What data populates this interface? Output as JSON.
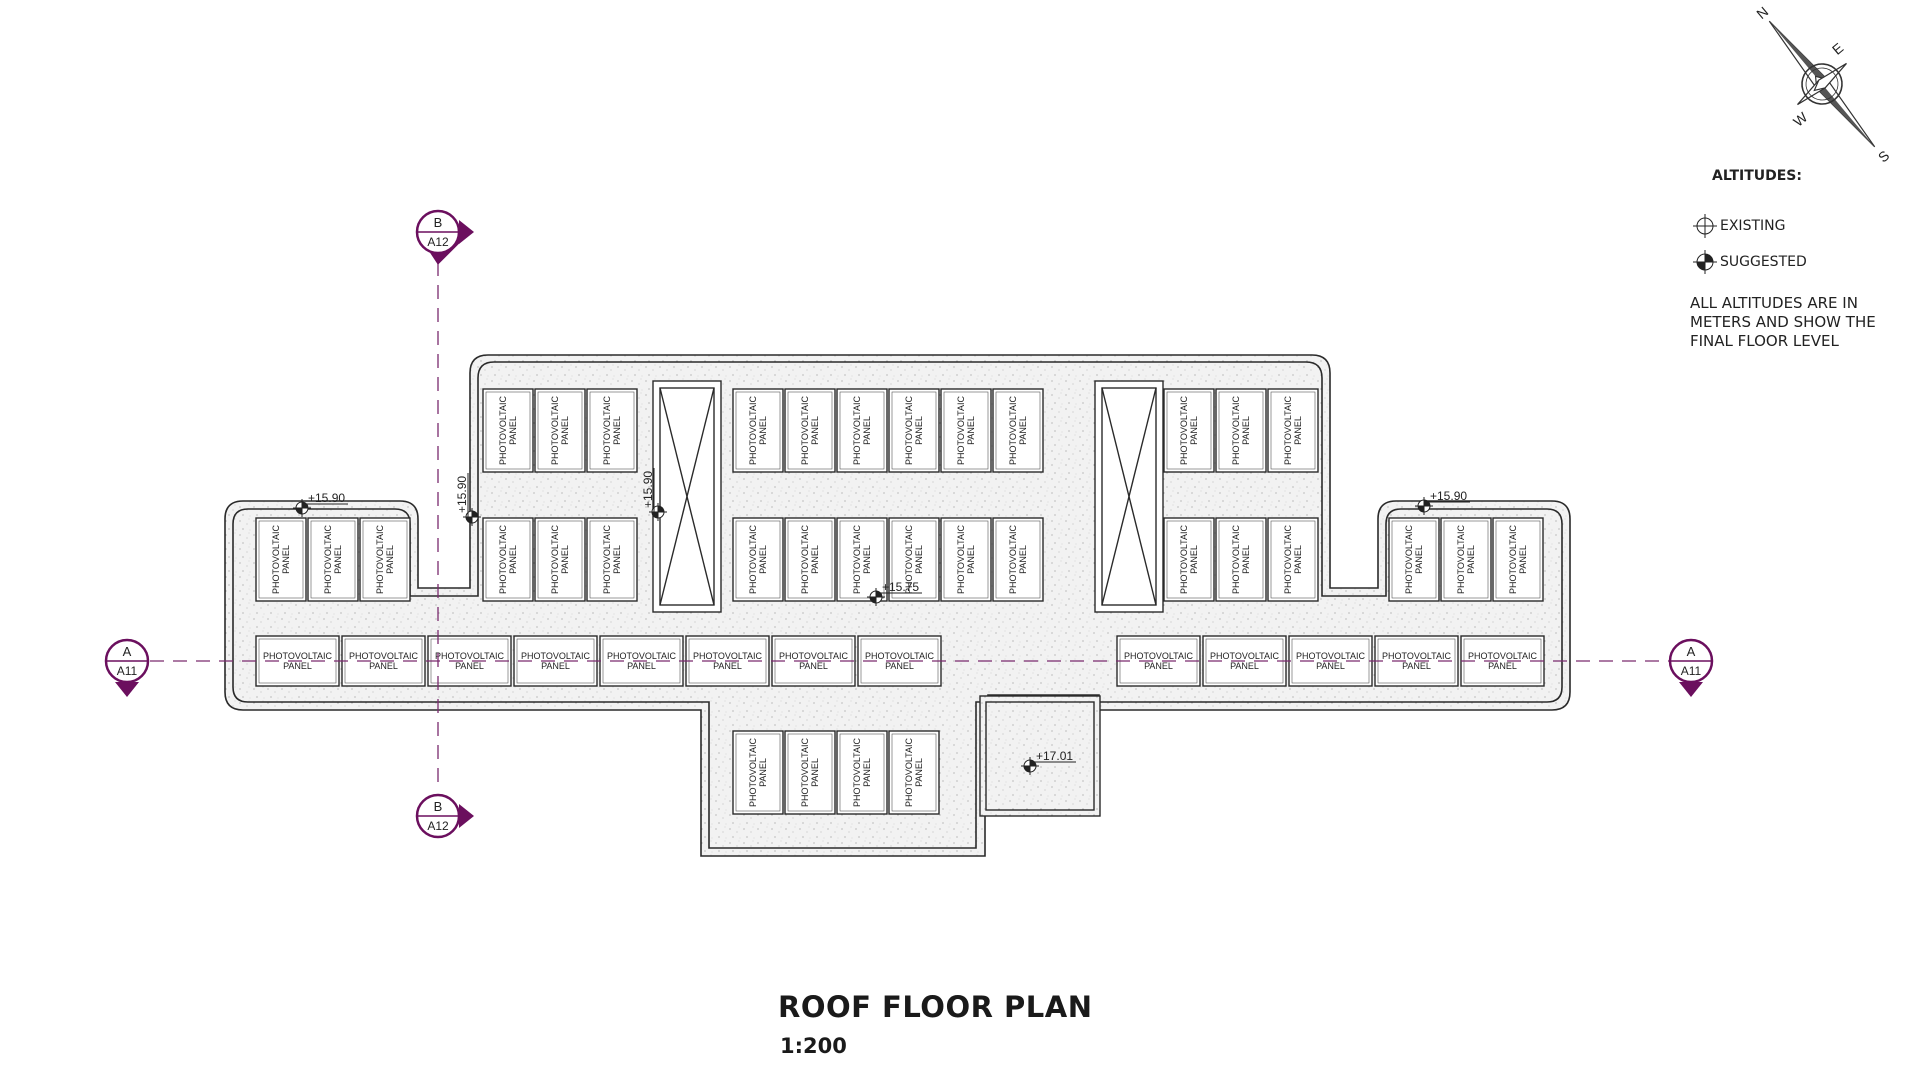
{
  "drawing": {
    "title": "ROOF FLOOR PLAN",
    "scale": "1:200"
  },
  "legend": {
    "heading": "ALTITUDES:",
    "existing_label": "EXISTING",
    "suggested_label": "SUGGESTED",
    "note": "ALL ALTITUDES ARE IN METERS AND SHOW THE FINAL FLOOR LEVEL"
  },
  "compass": {
    "labels": [
      "N",
      "E",
      "W",
      "S"
    ]
  },
  "section_markers": [
    {
      "letter": "B",
      "sheet": "A12"
    },
    {
      "letter": "B",
      "sheet": "A12"
    },
    {
      "letter": "A",
      "sheet": "A11"
    },
    {
      "letter": "A",
      "sheet": "A11"
    }
  ],
  "panel_label": {
    "line1": "PHOTOVOLTAIC",
    "line2": "PANEL"
  },
  "elevations": [
    "+15.90",
    "+15.90",
    "+15.90",
    "+15.90",
    "+15.75",
    "+17.01"
  ],
  "colors": {
    "section_marker": "#6b0f5e",
    "section_line": "#7a2a6e",
    "line": "#2a2a2a",
    "roof_fill": "#f1f1f1"
  }
}
